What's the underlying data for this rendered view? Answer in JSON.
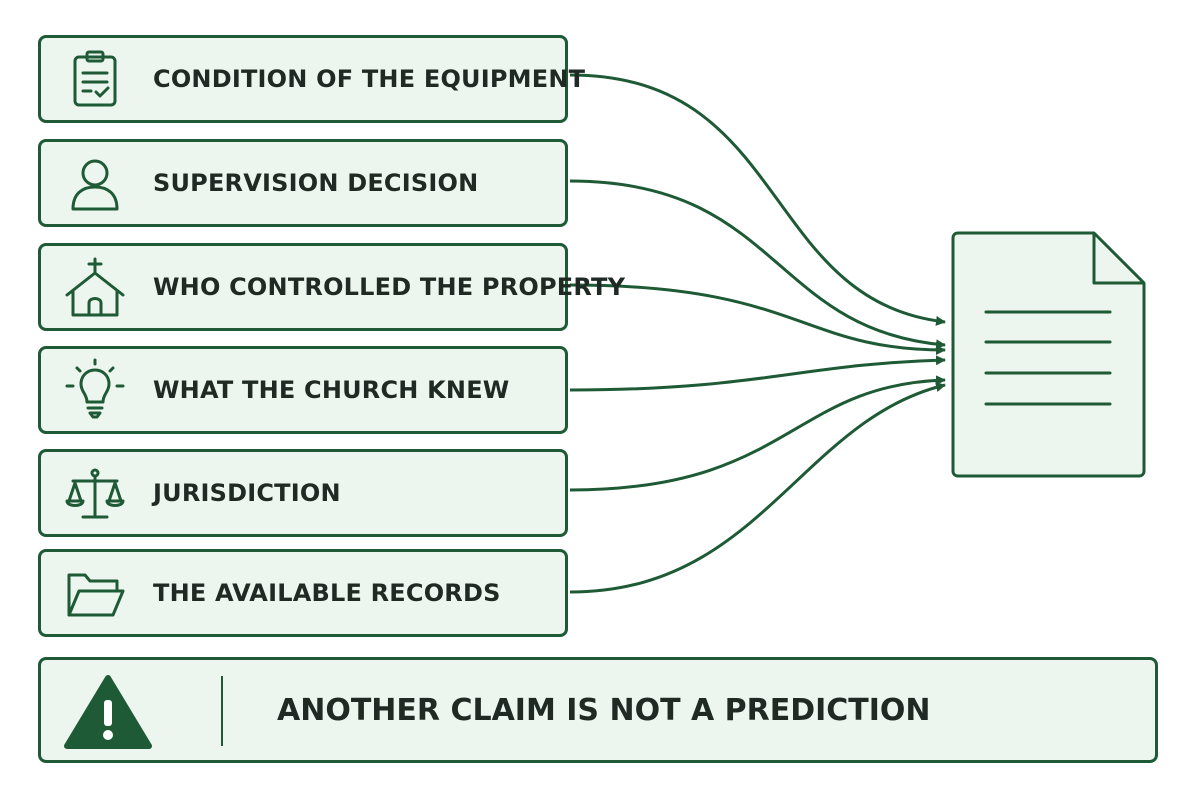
{
  "factors": [
    {
      "label": "CONDITION OF THE EQUIPMENT",
      "icon": "clipboard-check-icon"
    },
    {
      "label": "SUPERVISION DECISION",
      "icon": "person-icon"
    },
    {
      "label": "WHO CONTROLLED THE PROPERTY",
      "icon": "church-icon"
    },
    {
      "label": "WHAT THE CHURCH KNEW",
      "icon": "lightbulb-icon"
    },
    {
      "label": "JURISDICTION",
      "icon": "scales-icon"
    },
    {
      "label": "THE AVAILABLE RECORDS",
      "icon": "folder-icon"
    }
  ],
  "target": {
    "icon": "document-icon"
  },
  "warning": {
    "label": "ANOTHER CLAIM IS NOT A PREDICTION",
    "icon": "warning-icon"
  },
  "colors": {
    "accent": "#1e5a35",
    "panel": "#edf6ee",
    "text": "#1f2a24"
  }
}
